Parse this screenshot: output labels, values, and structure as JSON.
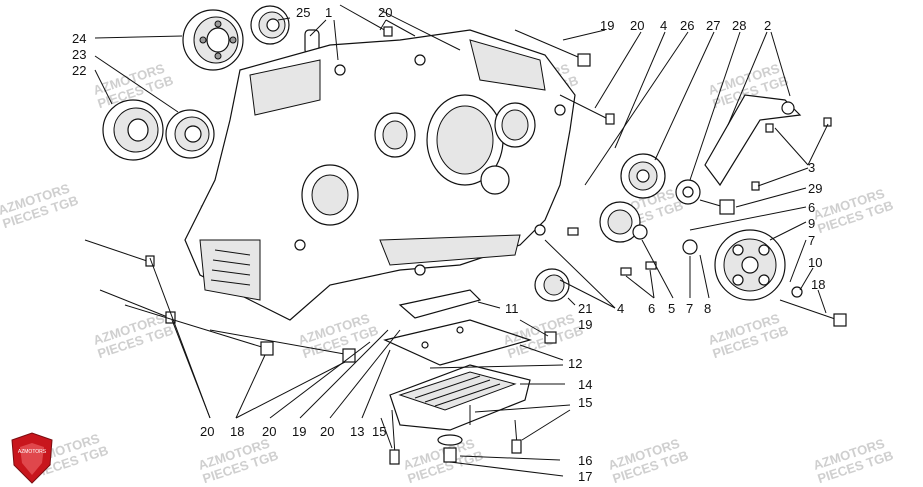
{
  "callouts": {
    "c1": "1",
    "c2": "2",
    "c3": "3",
    "c4a": "4",
    "c4b": "4",
    "c5": "5",
    "c6a": "6",
    "c6b": "6",
    "c7a": "7",
    "c7b": "7",
    "c8": "8",
    "c9": "9",
    "c10": "10",
    "c11": "11",
    "c12": "12",
    "c13": "13",
    "c14": "14",
    "c15a": "15",
    "c15b": "15",
    "c16": "16",
    "c17": "17",
    "c18a": "18",
    "c18b": "18",
    "c19a": "19",
    "c19b": "19",
    "c19c": "19",
    "c20a": "20",
    "c20b": "20",
    "c20c": "20",
    "c20d": "20",
    "c20e": "20",
    "c21": "21",
    "c22": "22",
    "c23": "23",
    "c24": "24",
    "c25": "25",
    "c26": "26",
    "c27": "27",
    "c28": "28",
    "c29": "29"
  },
  "watermark": {
    "line1": "AZMOTORS",
    "line2": "PIECES TGB"
  },
  "logo": {
    "text": "AZMOTORS",
    "color": "#c8161d"
  }
}
